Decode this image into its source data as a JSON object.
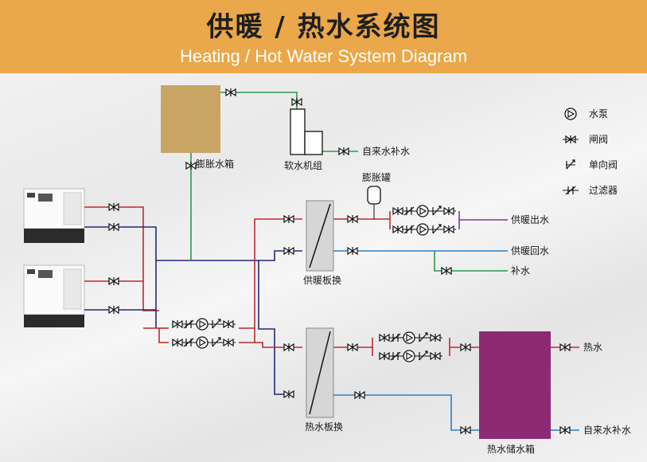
{
  "title_cn": "供暖 / 热水系统图",
  "title_en": "Heating / Hot Water System Diagram",
  "legend": {
    "pump": "水泵",
    "gate_valve": "闸阀",
    "check_valve": "单向阀",
    "filter": "过滤器"
  },
  "labels": {
    "expansion_tank": "膨胀水箱",
    "softener": "软水机组",
    "tap_makeup_top": "自来水补水",
    "expansion_vessel": "膨胀罐",
    "heating_supply": "供暖出水",
    "heating_return": "供暖回水",
    "makeup": "补水",
    "heating_hx": "供暖板换",
    "hot_water_out": "热水",
    "tap_makeup_bottom": "自来水补水",
    "hot_water_hx": "热水板换",
    "storage_tank": "热水储水箱"
  },
  "colors": {
    "banner": "#eaa84a",
    "supply_pipe": "#c0282d",
    "return_pipe": "#1e2a78",
    "heating_supply_pipe": "#7a3a9a",
    "heating_return_pipe": "#2a7fc4",
    "makeup_pipe": "#2a9a4a",
    "tank_fill": "#c8a565",
    "storage_fill": "#8c2b74"
  }
}
